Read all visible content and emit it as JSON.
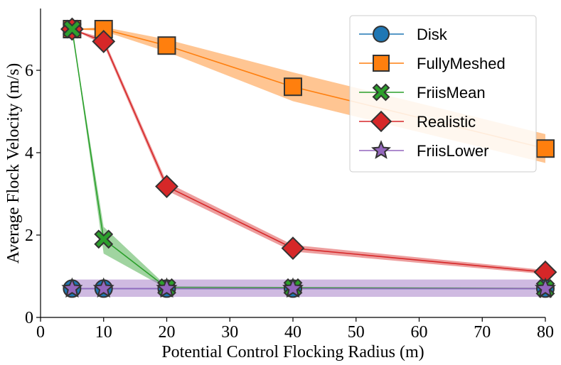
{
  "chart_data": {
    "type": "line",
    "title": "",
    "xlabel": "Potential Control Flocking Radius (m)",
    "ylabel": "Average Flock Velocity (m/s)",
    "xlim": [
      0,
      80
    ],
    "ylim": [
      0,
      7.5
    ],
    "xticks": [
      0,
      10,
      20,
      30,
      40,
      50,
      60,
      70,
      80
    ],
    "yticks": [
      0,
      2,
      4,
      6
    ],
    "grid": false,
    "legend_position": "top-right",
    "series": [
      {
        "name": "Disk",
        "marker": "circle",
        "color": "#1f77b4",
        "x": [
          5,
          10,
          20,
          40,
          80
        ],
        "values": [
          0.7,
          0.7,
          0.7,
          0.7,
          0.7
        ],
        "band_low": [
          0.7,
          0.7,
          0.7,
          0.7,
          0.7
        ],
        "band_high": [
          0.7,
          0.7,
          0.7,
          0.7,
          0.7
        ]
      },
      {
        "name": "FullyMeshed",
        "marker": "square",
        "color": "#ff7f0e",
        "x": [
          5,
          10,
          20,
          40,
          80
        ],
        "values": [
          7.0,
          7.0,
          6.6,
          5.6,
          4.1
        ],
        "band_low": [
          7.0,
          6.95,
          6.45,
          5.25,
          3.75
        ],
        "band_high": [
          7.0,
          7.05,
          6.75,
          5.95,
          4.45
        ]
      },
      {
        "name": "FriisMean",
        "marker": "x",
        "color": "#2ca02c",
        "x": [
          5,
          10,
          20,
          40,
          80
        ],
        "values": [
          7.0,
          1.9,
          0.72,
          0.72,
          0.7
        ],
        "band_low": [
          7.0,
          1.55,
          0.7,
          0.7,
          0.7
        ],
        "band_high": [
          7.0,
          2.2,
          0.76,
          0.74,
          0.72
        ]
      },
      {
        "name": "Realistic",
        "marker": "diamond",
        "color": "#d62728",
        "x": [
          5,
          10,
          20,
          40,
          80
        ],
        "values": [
          7.0,
          6.7,
          3.18,
          1.68,
          1.1
        ],
        "band_low": [
          7.0,
          6.62,
          3.08,
          1.6,
          1.05
        ],
        "band_high": [
          7.0,
          6.78,
          3.28,
          1.76,
          1.15
        ]
      },
      {
        "name": "FriisLower",
        "marker": "star",
        "color": "#9467bd",
        "x": [
          5,
          10,
          20,
          40,
          80
        ],
        "values": [
          0.7,
          0.7,
          0.7,
          0.7,
          0.7
        ],
        "band_low": [
          0.5,
          0.5,
          0.5,
          0.5,
          0.5
        ],
        "band_high": [
          0.92,
          0.92,
          0.92,
          0.92,
          0.92
        ]
      }
    ]
  }
}
